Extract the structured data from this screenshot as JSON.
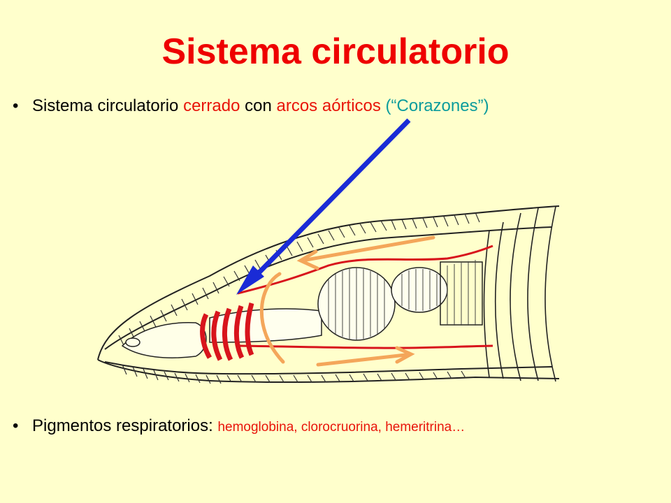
{
  "title": "Sistema circulatorio",
  "bullet1": {
    "part1": "Sistema circulatorio ",
    "part2": "cerrado",
    "part3": " con ",
    "part4": "arcos aórticos",
    "part5": " (“Corazones”)"
  },
  "bullet2": {
    "label": "Pigmentos respiratorios: ",
    "pigments": "hemoglobina, clorocruorina, hemeritrina…"
  },
  "colors": {
    "background": "#FFFFCC",
    "title": "#EE0000",
    "highlight_red": "#E8140A",
    "highlight_teal": "#0C9C9C",
    "vessels": "#D8141C",
    "arrow_blue": "#1A2BD6",
    "arrow_orange": "#F4A65A"
  },
  "icons": [
    "bullet-dot",
    "blue-arrow",
    "orange-arrow"
  ]
}
